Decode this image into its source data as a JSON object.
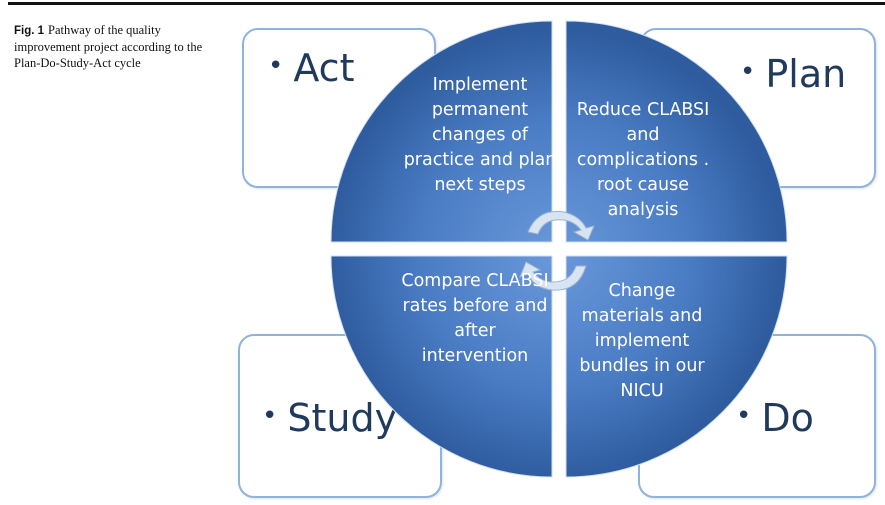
{
  "caption": {
    "label": "Fig. 1",
    "text": "Pathway of the quality improvement project according to the Plan-Do-Study-Act cycle"
  },
  "boxes": {
    "act": "Act",
    "plan": "Plan",
    "study": "Study",
    "do": "Do"
  },
  "quadrants": {
    "act": "Implement permanent changes of practice and plan next steps",
    "plan": "Reduce CLABSI and complications . root cause analysis",
    "study": "Compare CLABSI rates before and after intervention",
    "do": "Change materials and implement bundles in our NICU"
  },
  "colors": {
    "quadrant_light": "#5b8bd0",
    "quadrant_dark": "#2f5c9f",
    "box_border": "#8fb3db",
    "label_text": "#1f3a5c",
    "arrow_fill": "#d8e4f2"
  },
  "icons": [
    "bullet-icon",
    "cycle-arrow-icon"
  ]
}
